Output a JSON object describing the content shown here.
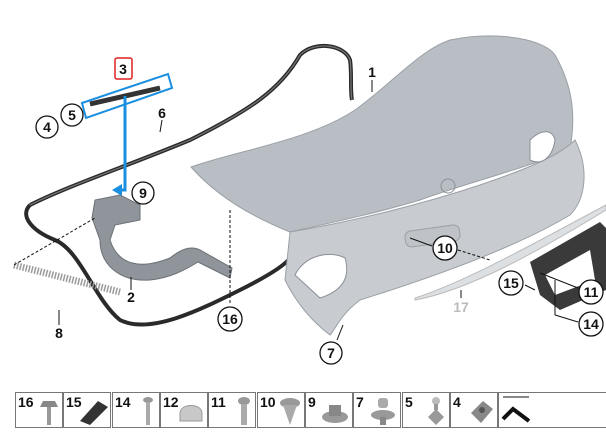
{
  "diagram": {
    "callouts": {
      "c1": "1",
      "c2": "2",
      "c3": "3",
      "c4": "4",
      "c5": "5",
      "c6": "6",
      "c7": "7",
      "c8": "8",
      "c9": "9",
      "c10": "10",
      "c11": "11",
      "c14": "14",
      "c15": "15",
      "c16": "16",
      "c17": "17"
    },
    "colors": {
      "highlight_box": "#1a8fe0",
      "selected_callout": "#e02020",
      "panel": "#b7bcc2",
      "seal": "#2a2a2a"
    }
  },
  "parts_strip": [
    {
      "number": "16",
      "icon": "bolt-with-washer-icon"
    },
    {
      "number": "15",
      "icon": "pad-icon"
    },
    {
      "number": "14",
      "icon": "screw-icon"
    },
    {
      "number": "12",
      "icon": "cap-icon"
    },
    {
      "number": "11",
      "icon": "screw-icon"
    },
    {
      "number": "10",
      "icon": "expanding-rivet-icon"
    },
    {
      "number": "9",
      "icon": "nut-icon"
    },
    {
      "number": "7",
      "icon": "stud-clip-icon"
    },
    {
      "number": "5",
      "icon": "ball-stud-icon"
    },
    {
      "number": "4",
      "icon": "clip-nut-icon"
    },
    {
      "number": "",
      "icon": "more-arrow-icon"
    }
  ]
}
